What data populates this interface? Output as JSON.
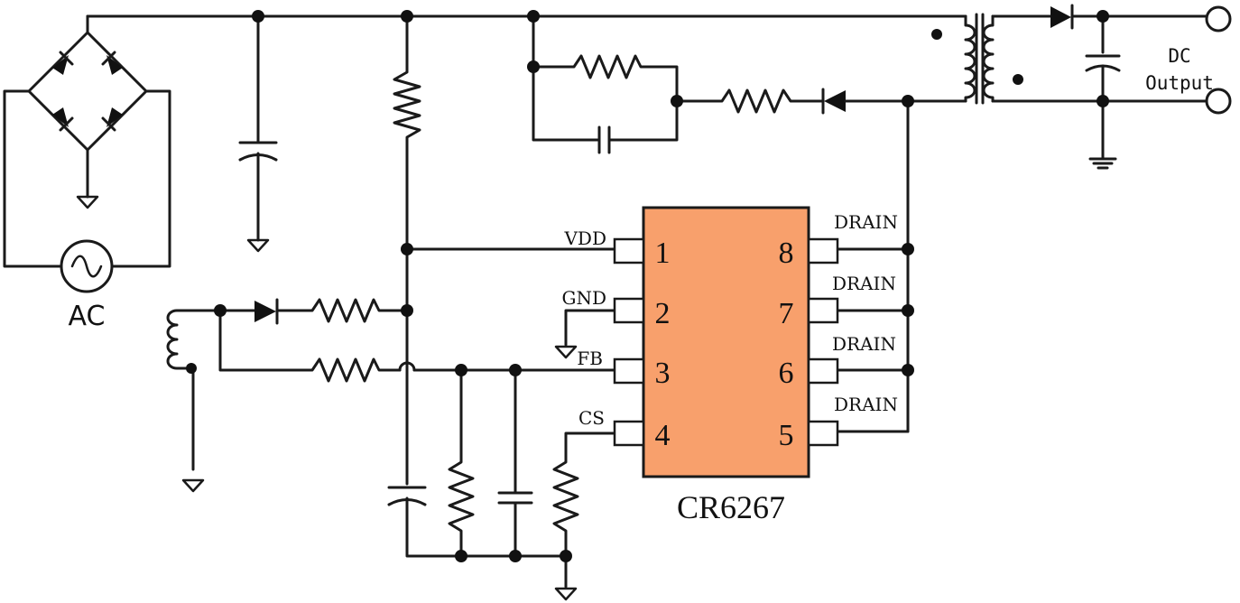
{
  "chip": {
    "name": "CR6267",
    "body_color": "#F8A06C",
    "pins": [
      {
        "num": "1",
        "label": "VDD"
      },
      {
        "num": "2",
        "label": "GND"
      },
      {
        "num": "3",
        "label": "FB"
      },
      {
        "num": "4",
        "label": "CS"
      },
      {
        "num": "5",
        "label": "DRAIN"
      },
      {
        "num": "6",
        "label": "DRAIN"
      },
      {
        "num": "7",
        "label": "DRAIN"
      },
      {
        "num": "8",
        "label": "DRAIN"
      }
    ]
  },
  "labels": {
    "ac": "AC",
    "dc_line1": "DC",
    "dc_line2": "Output"
  }
}
